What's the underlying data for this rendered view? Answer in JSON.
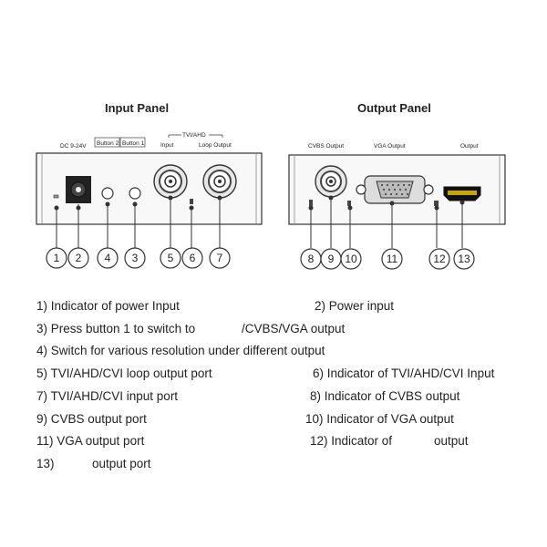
{
  "input_panel": {
    "title": "Input Panel",
    "dc_label": "DC 9-24V",
    "button2_label": "Button 2",
    "button1_label": "Button 1",
    "tvi_group_label": "TVI/AHD",
    "input_label": "Input",
    "loop_output_label": "Loop Output",
    "callout_numbers": [
      "1",
      "2",
      "4",
      "3",
      "5",
      "6",
      "7"
    ]
  },
  "output_panel": {
    "title": "Output Panel",
    "cvbs_label": "CVBS Output",
    "vga_label": "VGA Output",
    "output_label": "Output",
    "callout_numbers": [
      "8",
      "9",
      "10",
      "11",
      "12",
      "13"
    ]
  },
  "legend": [
    "1) Indicator of power Input",
    "2) Power input",
    "3) Press button 1 to switch to",
    "/CVBS/VGA output",
    "4) Switch for various resolution under different output",
    "5) TVI/AHD/CVI loop output port",
    "6) Indicator of TVI/AHD/CVI Input",
    "7) TVI/AHD/CVI input port",
    "8) Indicator of CVBS output",
    "9) CVBS output port",
    "10) Indicator of VGA output",
    "11) VGA output port",
    "12) Indicator of",
    "output",
    "13)",
    "output port"
  ]
}
